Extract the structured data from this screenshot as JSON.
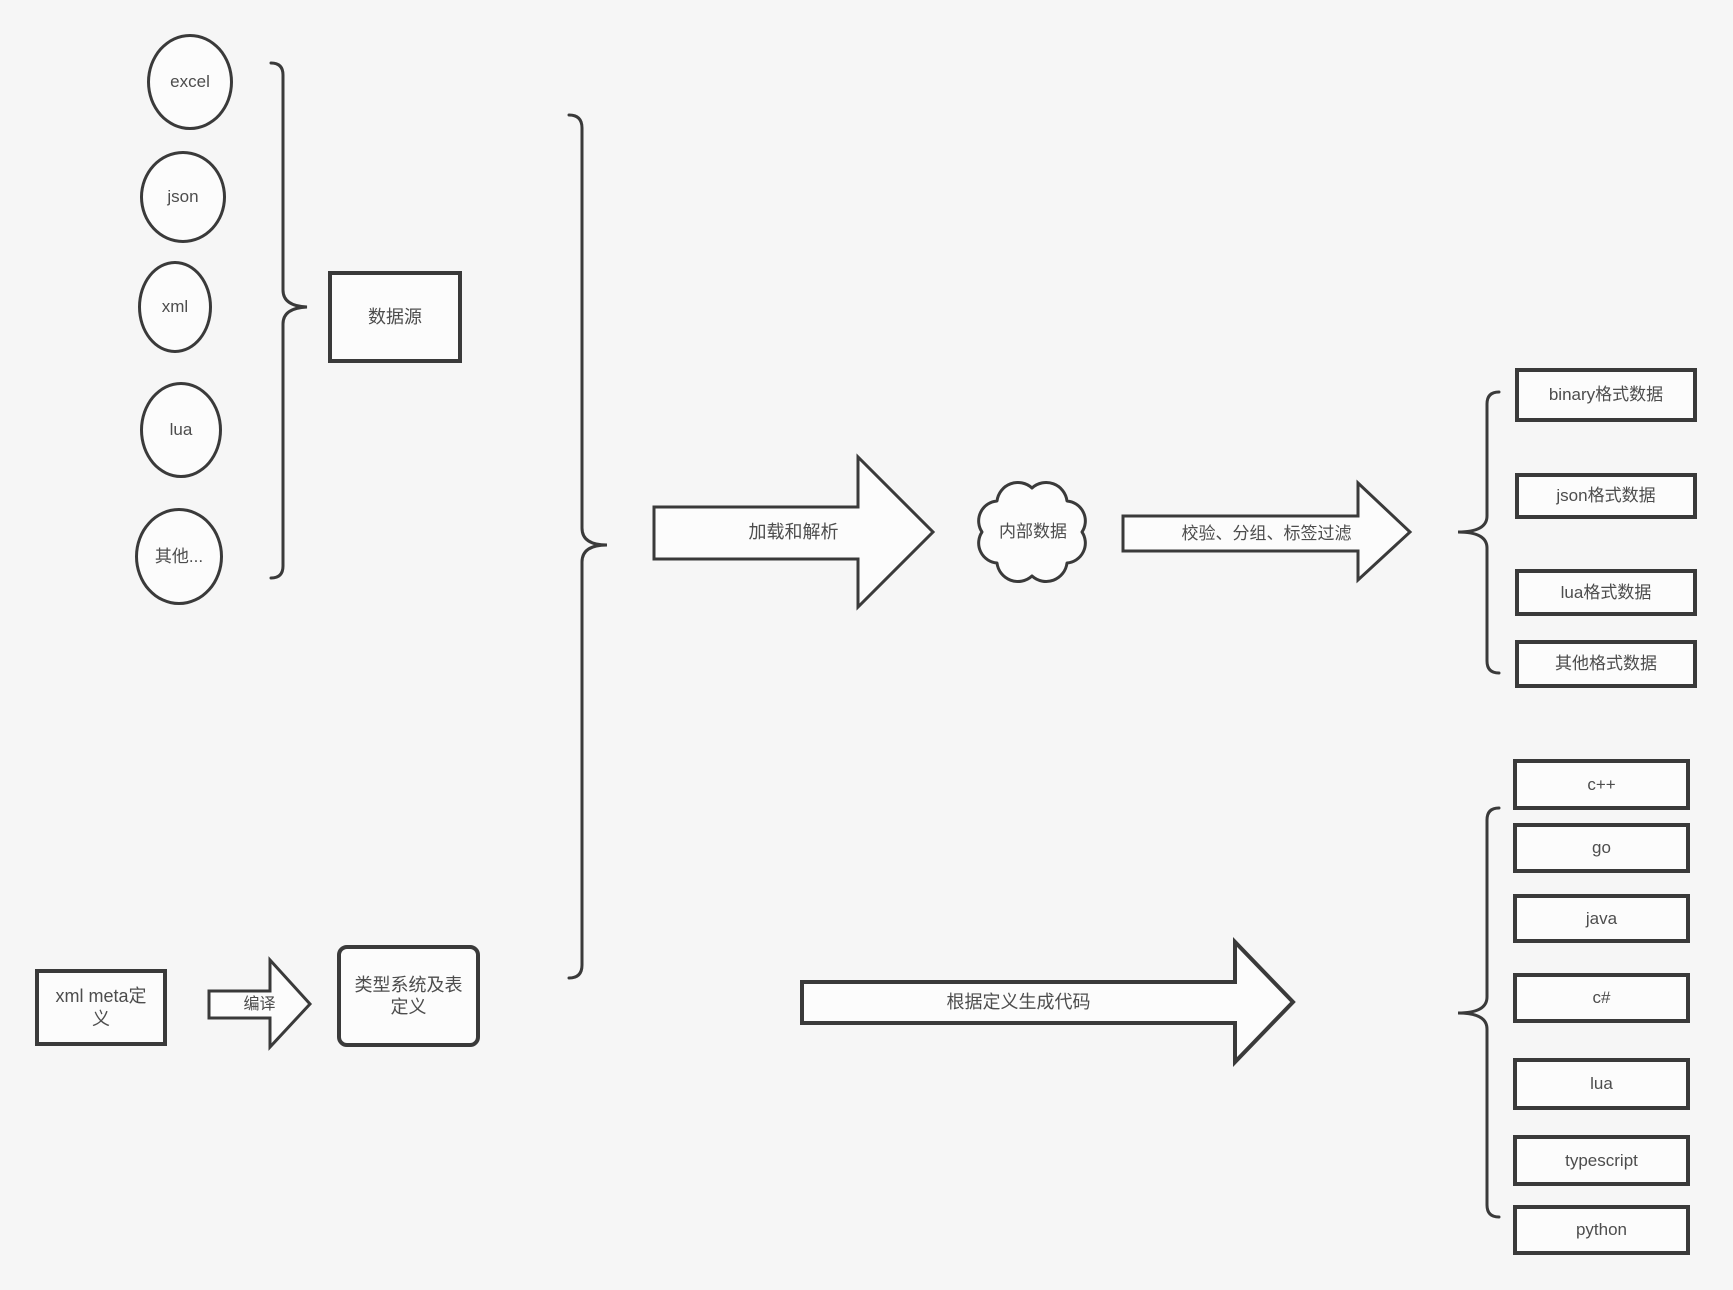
{
  "diagram": {
    "background": "#f6f6f6",
    "stroke_color": "#3a3a3a",
    "shape_fill": "#fcfcfc",
    "text_color": "#4d4d4d",
    "sources": {
      "items": [
        "excel",
        "json",
        "xml",
        "lua",
        "其他..."
      ],
      "group_label": "数据源"
    },
    "data_flow": {
      "load_arrow_label": "加载和解析",
      "cloud_label": "内部数据",
      "filter_arrow_label": "校验、分组、标签过滤",
      "format_outputs": [
        "binary格式数据",
        "json格式数据",
        "lua格式数据",
        "其他格式数据"
      ]
    },
    "codegen_flow": {
      "meta_box_label": "xml meta定义",
      "compile_arrow_label": "编译",
      "type_box_label": "类型系统及表定义",
      "generate_arrow_label": "根据定义生成代码",
      "languages": [
        "c++",
        "go",
        "java",
        "c#",
        "lua",
        "typescript",
        "python"
      ]
    }
  }
}
